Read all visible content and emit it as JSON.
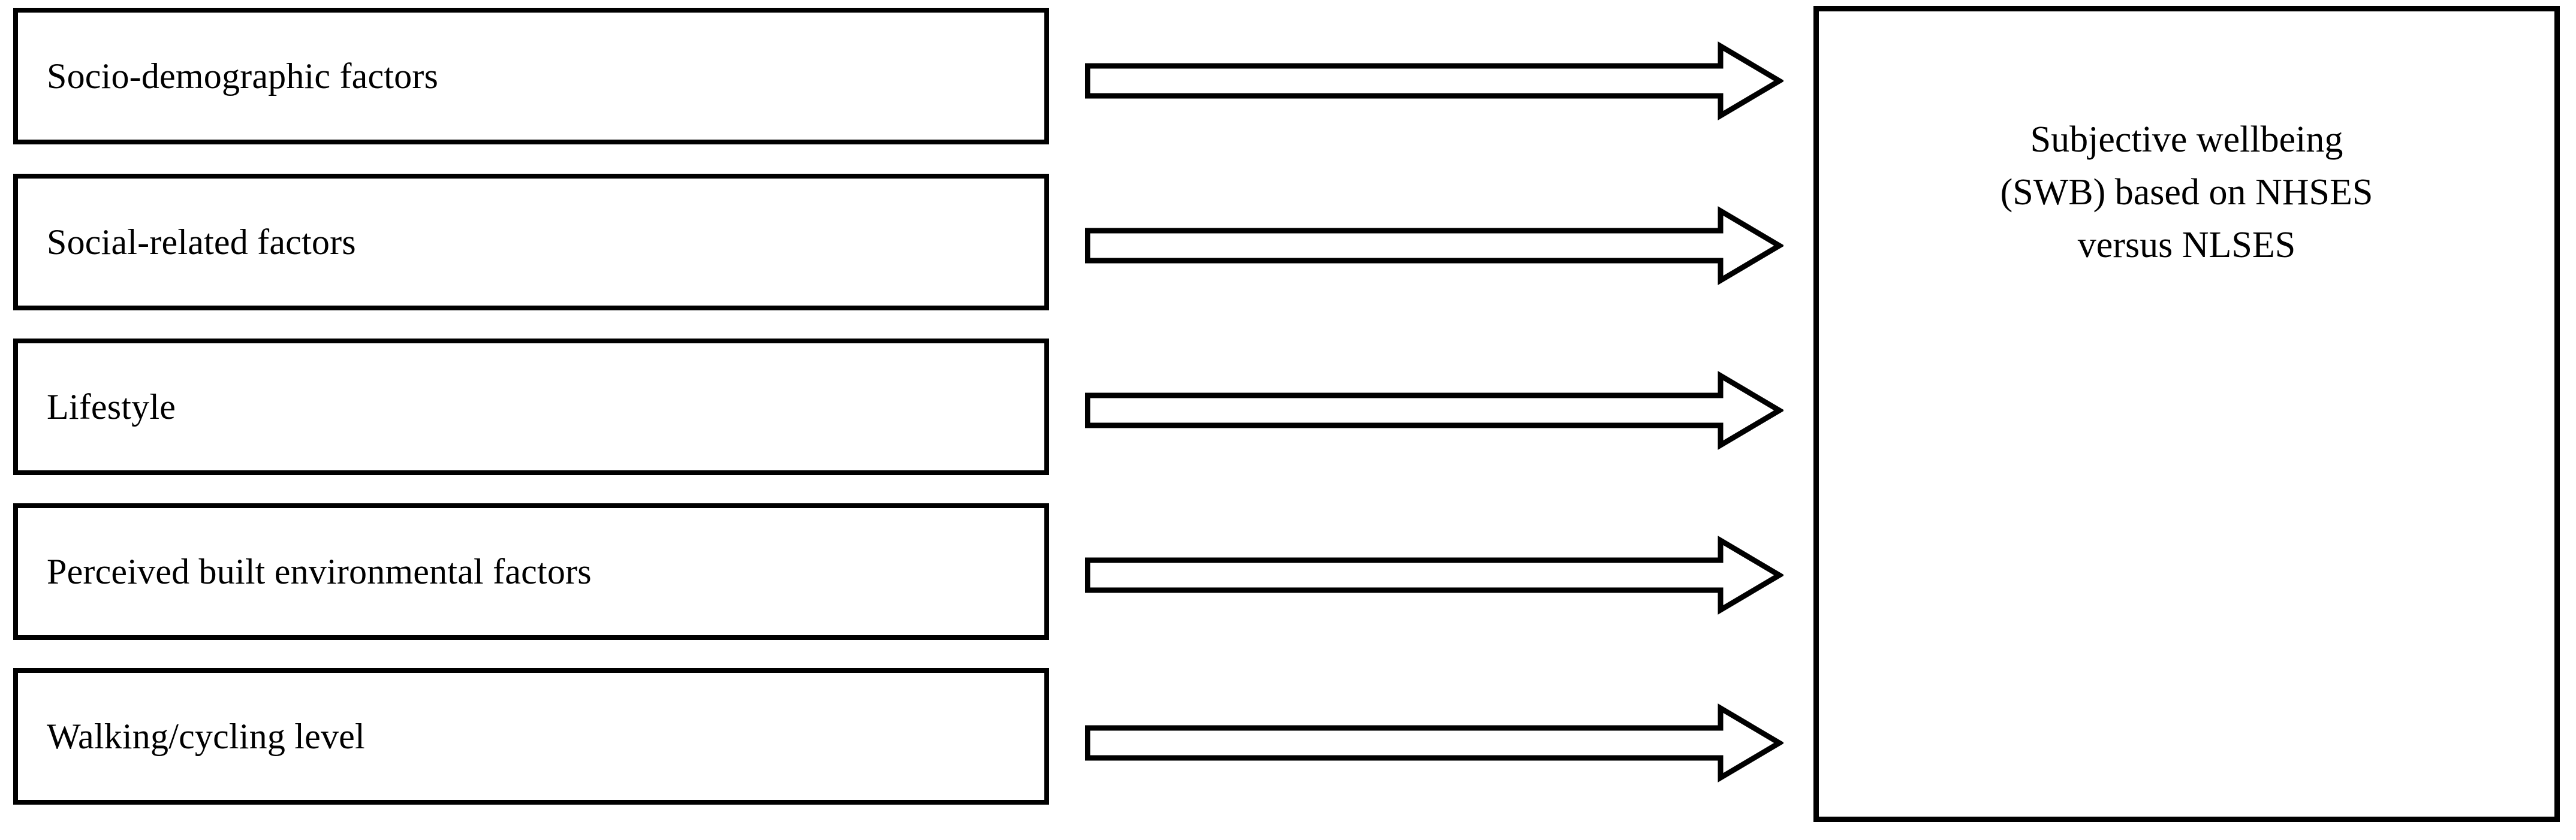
{
  "figure": {
    "type": "conceptual-framework-diagram",
    "background_color": "#FFFFFF",
    "stroke_color": "#000000"
  },
  "factors": {
    "items": [
      {
        "label": "Socio-demographic factors"
      },
      {
        "label": "Social-related factors"
      },
      {
        "label": "Lifestyle"
      },
      {
        "label": "Perceived built environmental factors"
      },
      {
        "label": "Walking/cycling level"
      }
    ]
  },
  "arrows": {
    "count": 5,
    "direction": "right",
    "style": "hollow-block-arrow",
    "items": [
      {
        "name": "arrow-from-socio-demographic-factors"
      },
      {
        "name": "arrow-from-social-related-factors"
      },
      {
        "name": "arrow-from-lifestyle"
      },
      {
        "name": "arrow-from-perceived-built-environmental-factors"
      },
      {
        "name": "arrow-from-walking-cycling-level"
      }
    ]
  },
  "outcome": {
    "lines": [
      "Subjective wellbeing",
      "(SWB) based on NHSES",
      "versus NLSES"
    ]
  }
}
